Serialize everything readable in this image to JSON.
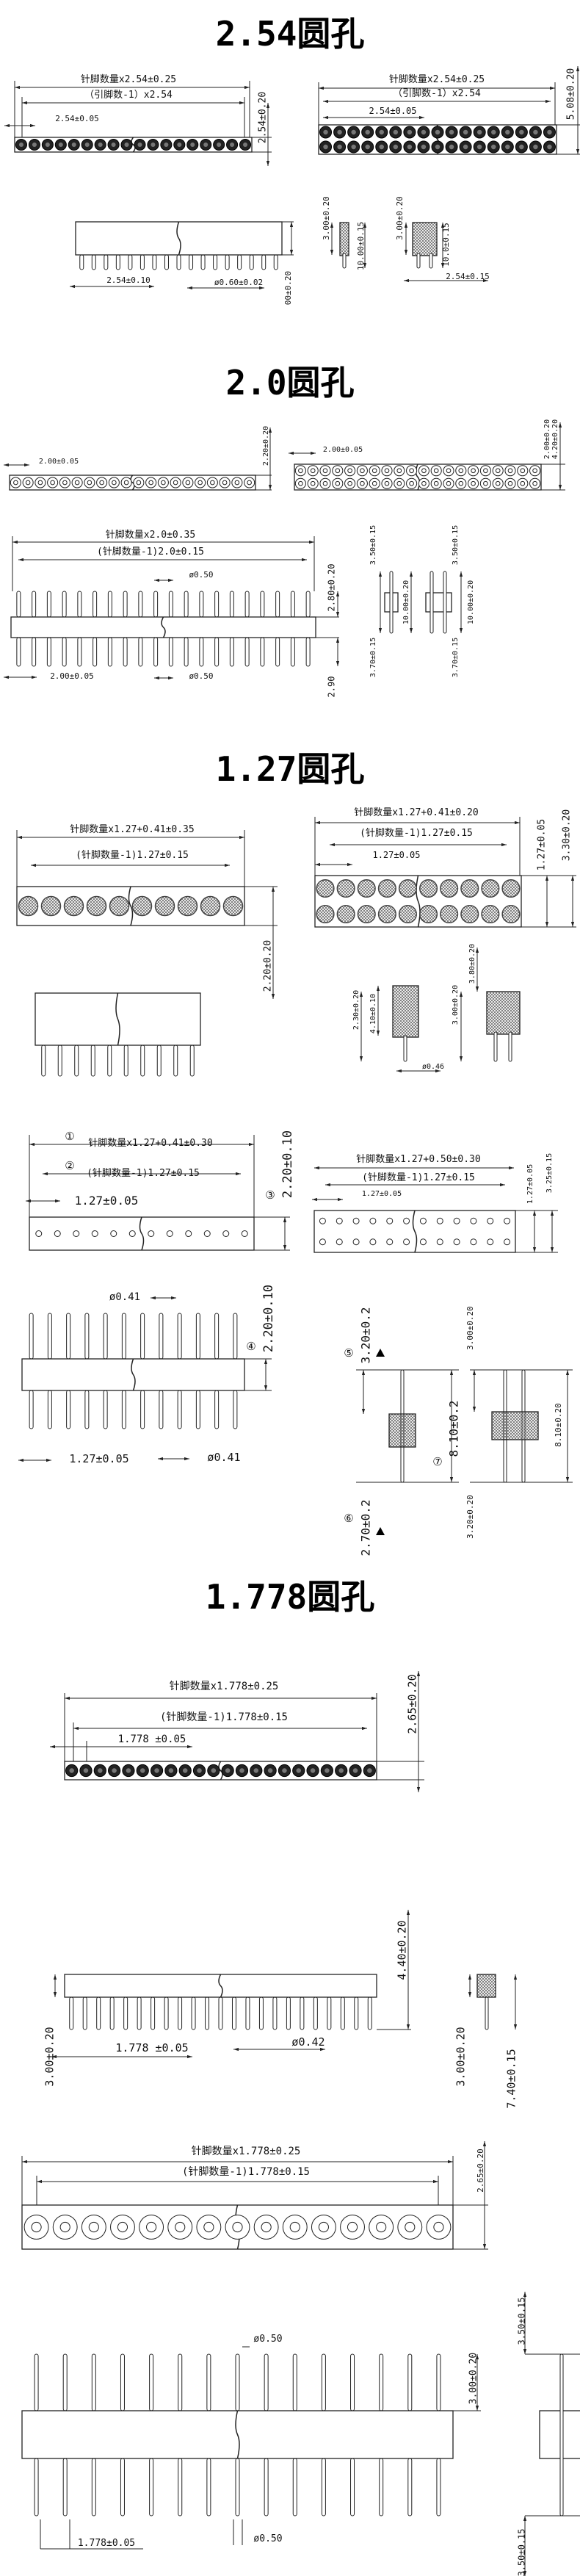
{
  "colors": {
    "ink": "#111111",
    "background": "#ffffff",
    "hole_dark": "#222222",
    "hatch": "#555555"
  },
  "s254": {
    "title": "2.54圆孔",
    "l_total": "针脚数量x2.54±0.25",
    "l_pitch_n": "（引脚数-1）x2.54",
    "l_pitch": "2.54±0.05",
    "l_height": "2.54±0.20",
    "r_total": "针脚数量x2.54±0.25",
    "r_pitch_n": "（引脚数-1）x2.54",
    "r_pitch": "2.54±0.05",
    "r_height": "5.08±0.20",
    "side_pitch": "2.54±0.10",
    "side_dia": "ø0.60±0.02",
    "side_tail": "00±0.20",
    "v1_top": "3.00±0.20",
    "v1_len": "10.00±0.15",
    "v2_top": "3.00±0.20",
    "v2_len": "10.0±0.15",
    "v2_pitch": "2.54±0.15"
  },
  "s20": {
    "title": "2.0圆孔",
    "l_pitch": "2.00±0.05",
    "l_height": "2.20±0.20",
    "r_pitch": "2.00±0.05",
    "r_h1": "2.00±0.20",
    "r_h2": "4.20±0.20",
    "total": "针脚数量x2.0±0.35",
    "pitch_n": "(针脚数量-1)2.0±0.15",
    "dia_top": "ø0.50",
    "post": "2.80±0.20",
    "pitch": "2.00±0.05",
    "dia_bot": "ø0.50",
    "tail": "2.90",
    "v1_top": "3.50±0.15",
    "v1_len": "10.00±0.20",
    "v1_tail": "3.70±0.15",
    "v2_top": "3.50±0.15",
    "v2_len": "10.00±0.20",
    "v2_tail": "3.70±0.15"
  },
  "s127": {
    "title": "1.27圆孔",
    "l_total": "针脚数量x1.27+0.41±0.35",
    "l_pitch_n": "(针脚数量-1)1.27±0.15",
    "l_height": "2.20±0.20",
    "r_total": "针脚数量x1.27+0.41±0.20",
    "r_pitch_n": "(针脚数量-1)1.27±0.15",
    "r_pitch": "1.27±0.05",
    "r_row": "1.27±0.05",
    "r_height": "3.30±0.20",
    "v1_a": "2.30±0.20",
    "v1_b": "4.10±0.10",
    "v1_dia": "ø0.46",
    "v2_a": "3.80±0.20",
    "v2_b": "3.00±0.20"
  },
  "s127b": {
    "c1": "①",
    "total": "针脚数量x1.27+0.41±0.30",
    "c2": "②",
    "pitch_n": "(针脚数量-1)1.27±0.15",
    "pitch": "1.27±0.05",
    "c3": "③",
    "height": "2.20±0.10",
    "r_total": "针脚数量x1.27+0.50±0.30",
    "r_pitch_n": "(针脚数量-1)1.27±0.15",
    "r_pitch": "1.27±0.05",
    "r_row": "1.27±0.05",
    "r_height": "3.25±0.15",
    "dia_top": "ø0.41",
    "c4": "④",
    "post": "2.20±0.10",
    "c5": "⑤",
    "v_top": "3.20±0.2",
    "c7": "⑦",
    "v_len": "8.10±0.2",
    "c6": "⑥",
    "v_tail": "2.70±0.2",
    "v2_top": "3.00±0.20",
    "v2_len": "8.10±0.20",
    "v2_tail": "3.20±0.20",
    "pitch_b": "1.27±0.05",
    "dia_b": "ø0.41"
  },
  "s1778": {
    "title": "1.778圆孔",
    "total": "针脚数量x1.778±0.25",
    "pitch_n": "(针脚数量-1)1.778±0.15",
    "pitch": "1.778 ±0.05",
    "height": "2.65±0.20",
    "side_height": "4.40±0.20",
    "side_tail": "3.00±0.20",
    "side_pitch": "1.778 ±0.05",
    "side_dia": "ø0.42",
    "v_tail": "3.00±0.20",
    "v_len": "7.40±0.15",
    "b_total": "针脚数量x1.778±0.25",
    "b_pitch_n": "(针脚数量-1)1.778±0.15",
    "b_height": "2.65±0.20",
    "h_dia_top": "ø0.50",
    "h_post": "3.00±0.20",
    "h_dia_bot": "ø0.50",
    "h_pitch": "1.778±0.05",
    "h_v_top": "3.50±0.15",
    "h_v_bot": "3.50±0.15"
  }
}
